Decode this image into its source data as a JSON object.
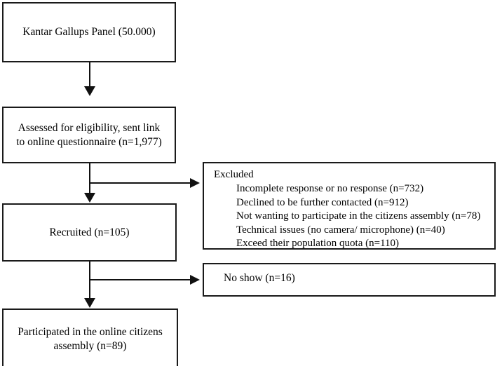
{
  "diagram": {
    "type": "participant-flow-diagram",
    "nodes": {
      "panel": {
        "label": "Kantar Gallups Panel (50.000)"
      },
      "assessed": {
        "label": "Assessed for eligibility, sent link\nto online questionnaire (n=1,977)"
      },
      "recruited": {
        "label": "Recruited (n=105)"
      },
      "participated": {
        "label": "Participated in the online citizens\nassembly (n=89)"
      },
      "excluded": {
        "title": "Excluded",
        "items": [
          "Incomplete response or no response (n=732)",
          "Declined to be further contacted (n=912)",
          "Not wanting to participate in the citizens assembly (n=78)",
          "Technical issues (no camera/ microphone) (n=40)",
          "Exceed their population quota (n=110)"
        ]
      },
      "noshow": {
        "label": "No show (n=16)"
      }
    },
    "connectors": [
      {
        "name": "panel-to-assessed",
        "direction": "down"
      },
      {
        "name": "assessed-to-recruited",
        "direction": "down"
      },
      {
        "name": "recruited-to-participated",
        "direction": "down"
      },
      {
        "name": "assessed-to-excluded",
        "direction": "right"
      },
      {
        "name": "recruited-to-noshow",
        "direction": "right"
      }
    ],
    "colors": {
      "background": "#ffffff",
      "border": "#1a1a1a",
      "connector": "#111111",
      "text": "#000000"
    }
  }
}
